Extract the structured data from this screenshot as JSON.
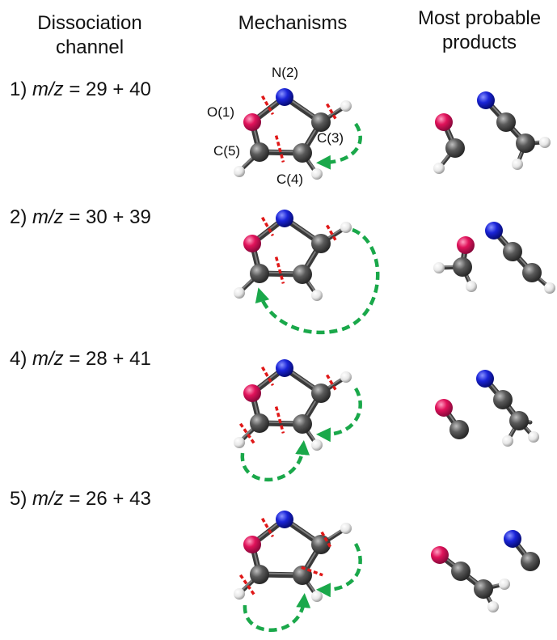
{
  "headers": {
    "col1_line1": "Dissociation",
    "col1_line2": "channel",
    "col2": "Mechanisms",
    "col3_line1": "Most probable",
    "col3_line2": "products"
  },
  "rows": [
    {
      "num": "1)",
      "mz": "m/z",
      "eq": "= 29 + 40"
    },
    {
      "num": "2)",
      "mz": "m/z",
      "eq": "= 30 + 39"
    },
    {
      "num": "4)",
      "mz": "m/z",
      "eq": "= 28 + 41"
    },
    {
      "num": "5)",
      "mz": "m/z",
      "eq": "= 26 + 43"
    }
  ],
  "atom_labels": {
    "n2": "N(2)",
    "o1": "O(1)",
    "c3": "C(3)",
    "c5": "C(5)",
    "c4": "C(4)"
  },
  "colors": {
    "carbon": "#4a4a4a",
    "oxygen": "#e0125a",
    "nitrogen": "#0a14c8",
    "hydrogen": "#f4f4f4",
    "cut": "#e01818",
    "arrow": "#1aa84a"
  }
}
